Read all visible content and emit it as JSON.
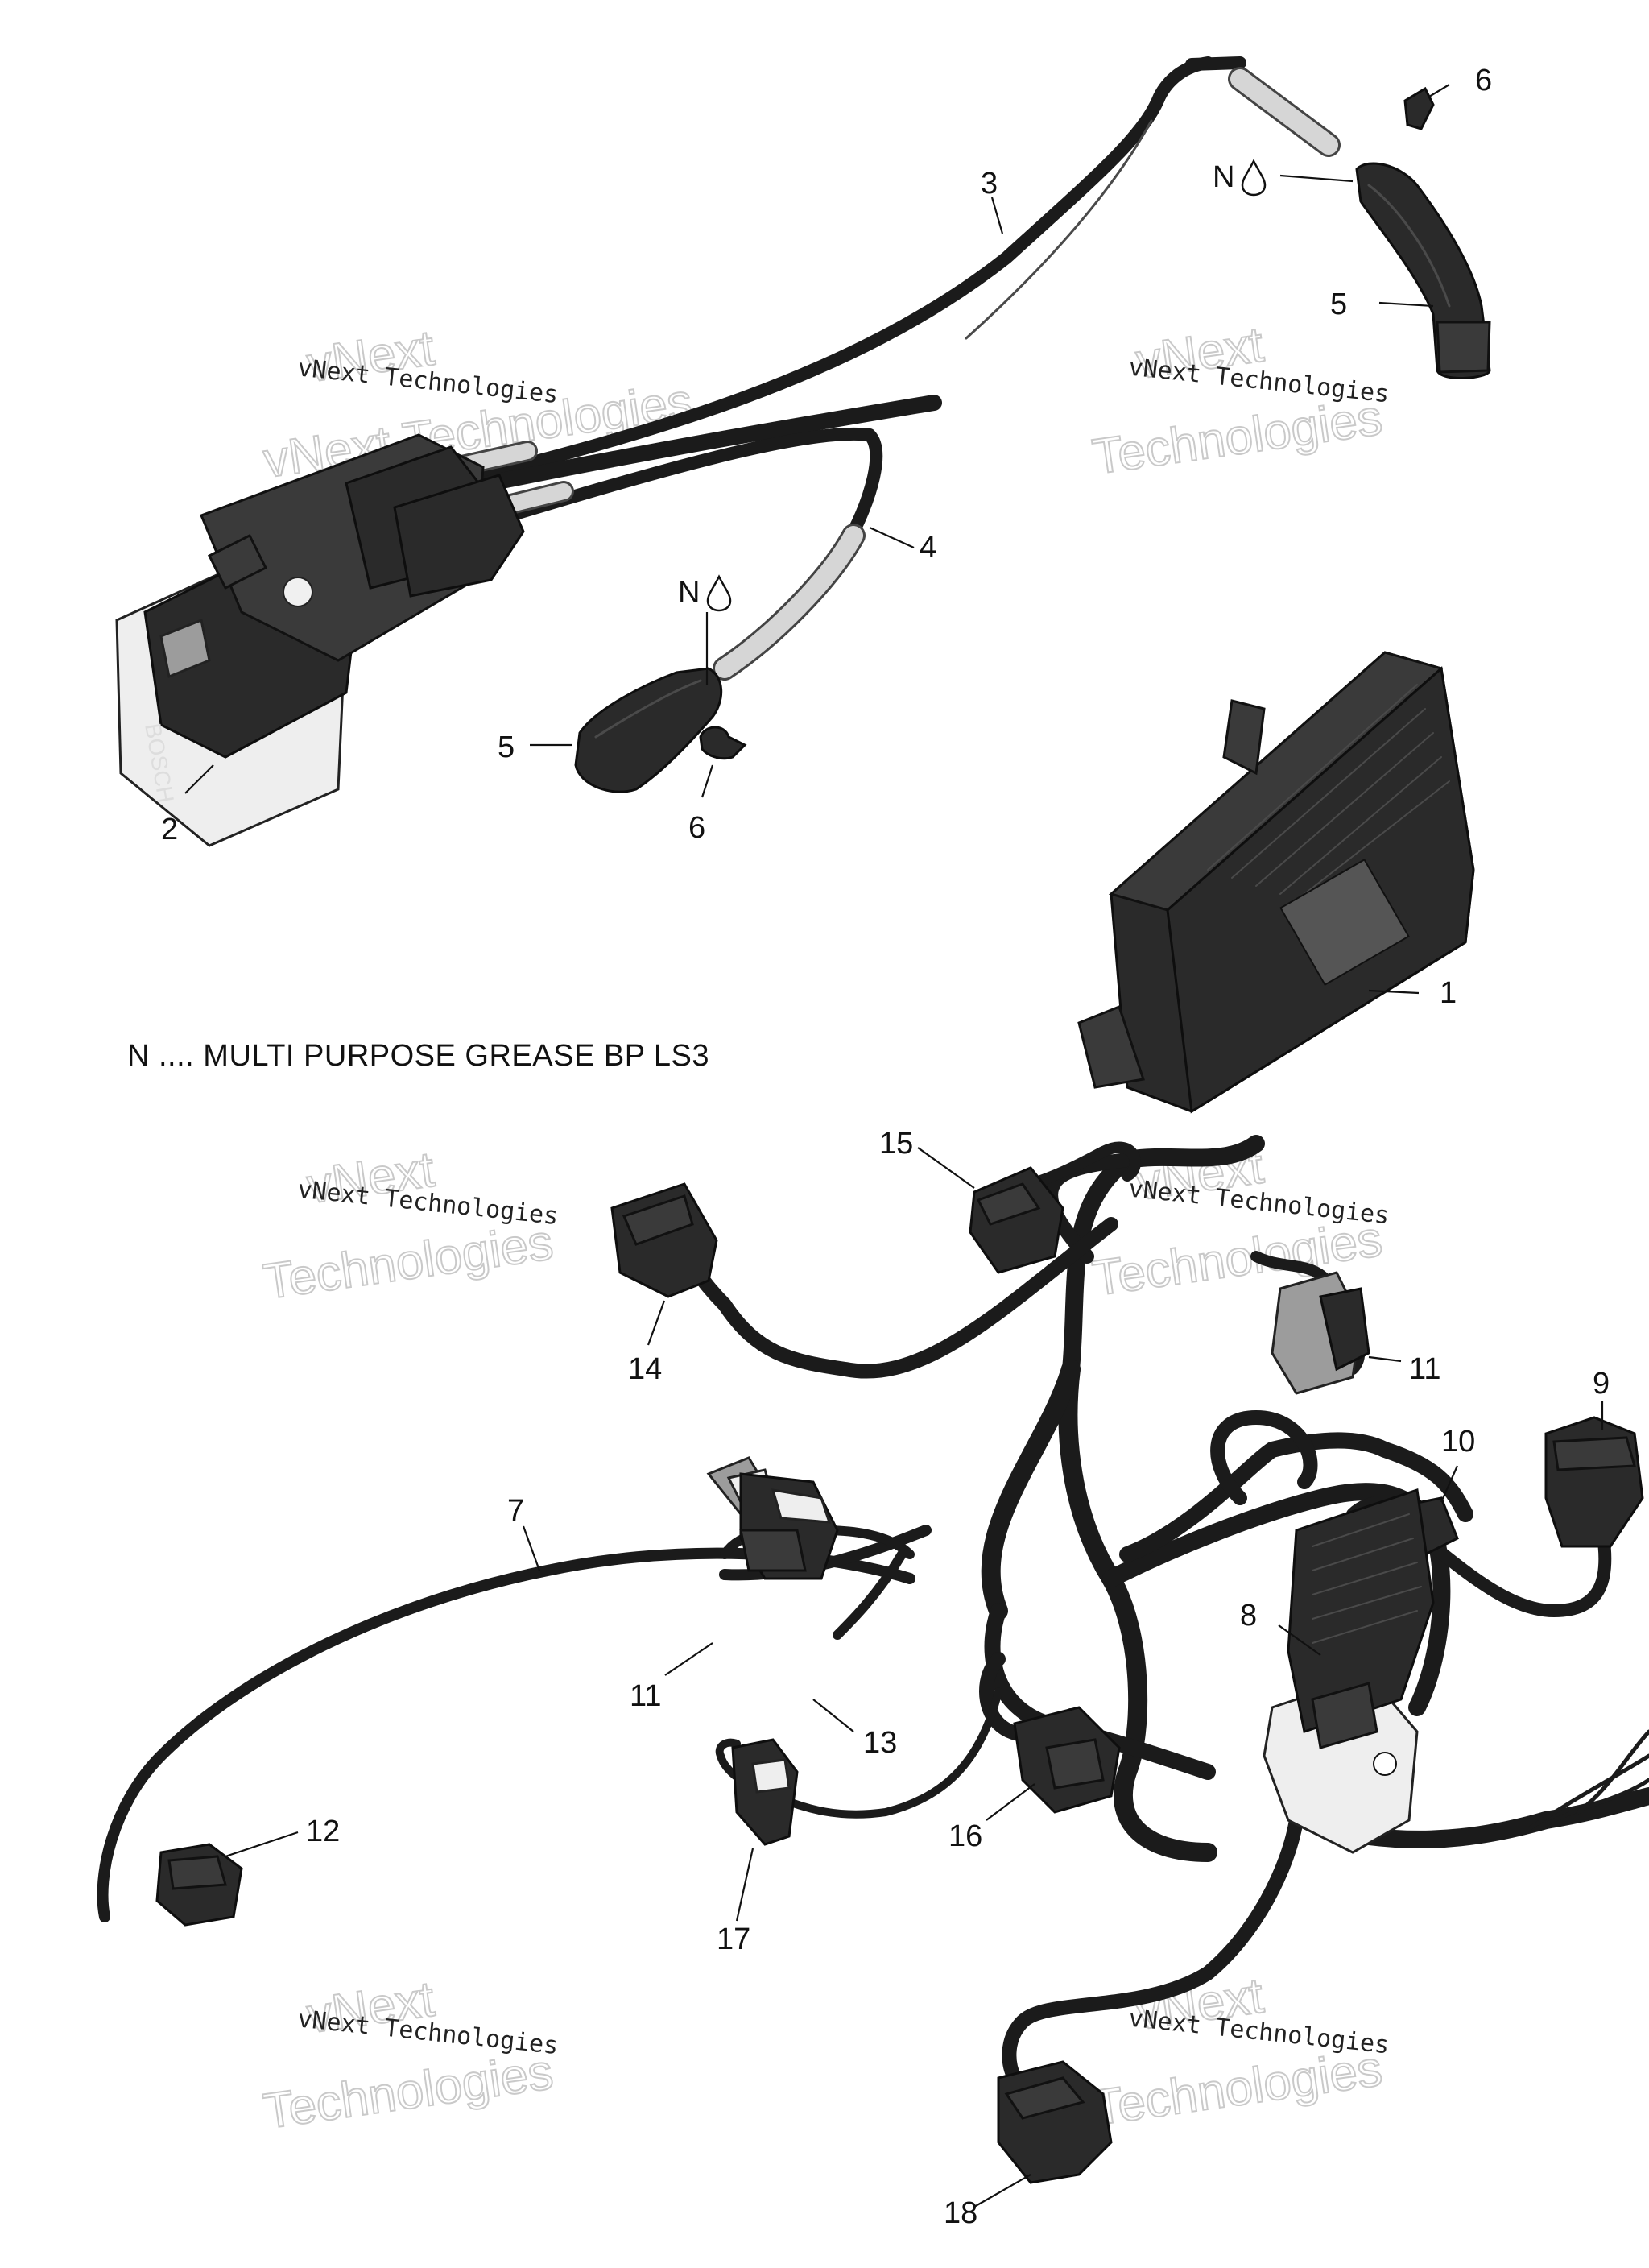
{
  "note": "N .... MULTI PURPOSE GREASE BP LS3",
  "grease_symbol": "N",
  "watermark": {
    "line1": "vNext Technologies",
    "big": "vNext Technologies"
  },
  "callouts": {
    "c1": "1",
    "c2": "2",
    "c3": "3",
    "c4": "4",
    "c5a": "5",
    "c5b": "5",
    "c6a": "6",
    "c6b": "6",
    "c7": "7",
    "c8": "8",
    "c9": "9",
    "c10": "10",
    "c11a": "11",
    "c11b": "11",
    "c12": "12",
    "c13": "13",
    "c14": "14",
    "c15": "15",
    "c16": "16",
    "c17": "17",
    "c18": "18"
  },
  "icons": {
    "grease": "grease-drop-icon"
  }
}
